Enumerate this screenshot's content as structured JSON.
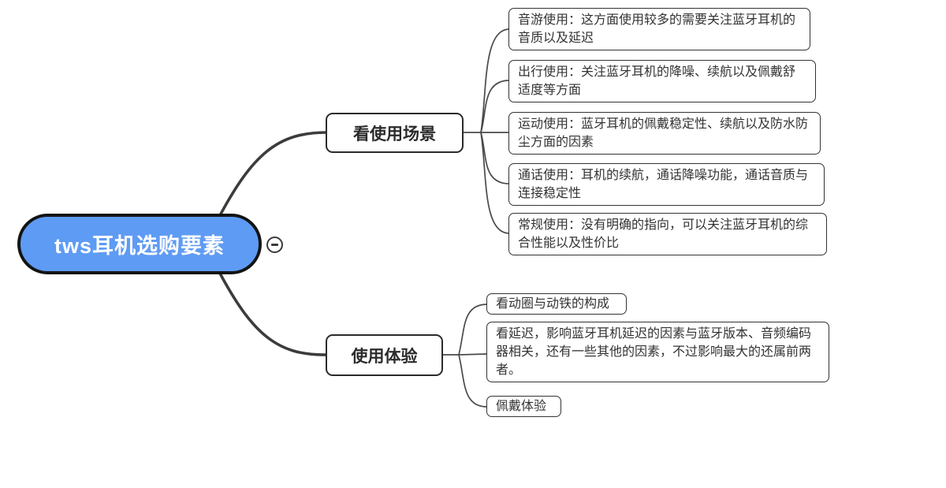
{
  "root": {
    "label": "tws耳机选购要素"
  },
  "collapse_icon": "minus-circle-icon",
  "branches": [
    {
      "label": "看使用场景",
      "children": [
        "音游使用：这方面使用较多的需要关注蓝牙耳机的音质以及延迟",
        "出行使用：关注蓝牙耳机的降噪、续航以及佩戴舒适度等方面",
        "运动使用：蓝牙耳机的佩戴稳定性、续航以及防水防尘方面的因素",
        "通话使用：耳机的续航，通话降噪功能，通话音质与连接稳定性",
        "常规使用：没有明确的指向，可以关注蓝牙耳机的综合性能以及性价比"
      ]
    },
    {
      "label": "使用体验",
      "children": [
        "看动圈与动铁的构成",
        "看延迟，影响蓝牙耳机延迟的因素与蓝牙版本、音频编码器相关，还有一些其他的因素，不过影响最大的还属前两者。",
        "佩戴体验"
      ]
    }
  ],
  "colors": {
    "root_fill": "#5e9bf4",
    "root_border": "#141414",
    "root_text": "#ffffff",
    "node_border": "#2b2b2b",
    "leaf_border": "#333333",
    "connector": "#3c3c3c",
    "text": "#333333",
    "background": "#ffffff"
  }
}
